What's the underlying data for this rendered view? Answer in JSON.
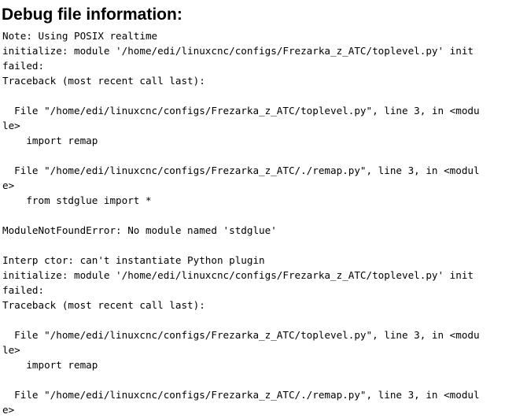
{
  "title": "Debug file information:",
  "lines": [
    "Note: Using POSIX realtime",
    "initialize: module '/home/edi/linuxcnc/configs/Frezarka_z_ATC/toplevel.py' init",
    "failed:",
    "Traceback (most recent call last):",
    "",
    "  File \"/home/edi/linuxcnc/configs/Frezarka_z_ATC/toplevel.py\", line 3, in <modu",
    "le>",
    "    import remap",
    "",
    "  File \"/home/edi/linuxcnc/configs/Frezarka_z_ATC/./remap.py\", line 3, in <modul",
    "e>",
    "    from stdglue import *",
    "",
    "ModuleNotFoundError: No module named 'stdglue'",
    "",
    "Interp ctor: can't instantiate Python plugin",
    "initialize: module '/home/edi/linuxcnc/configs/Frezarka_z_ATC/toplevel.py' init",
    "failed:",
    "Traceback (most recent call last):",
    "",
    "  File \"/home/edi/linuxcnc/configs/Frezarka_z_ATC/toplevel.py\", line 3, in <modu",
    "le>",
    "    import remap",
    "",
    "  File \"/home/edi/linuxcnc/configs/Frezarka_z_ATC/./remap.py\", line 3, in <modul",
    "e>"
  ]
}
